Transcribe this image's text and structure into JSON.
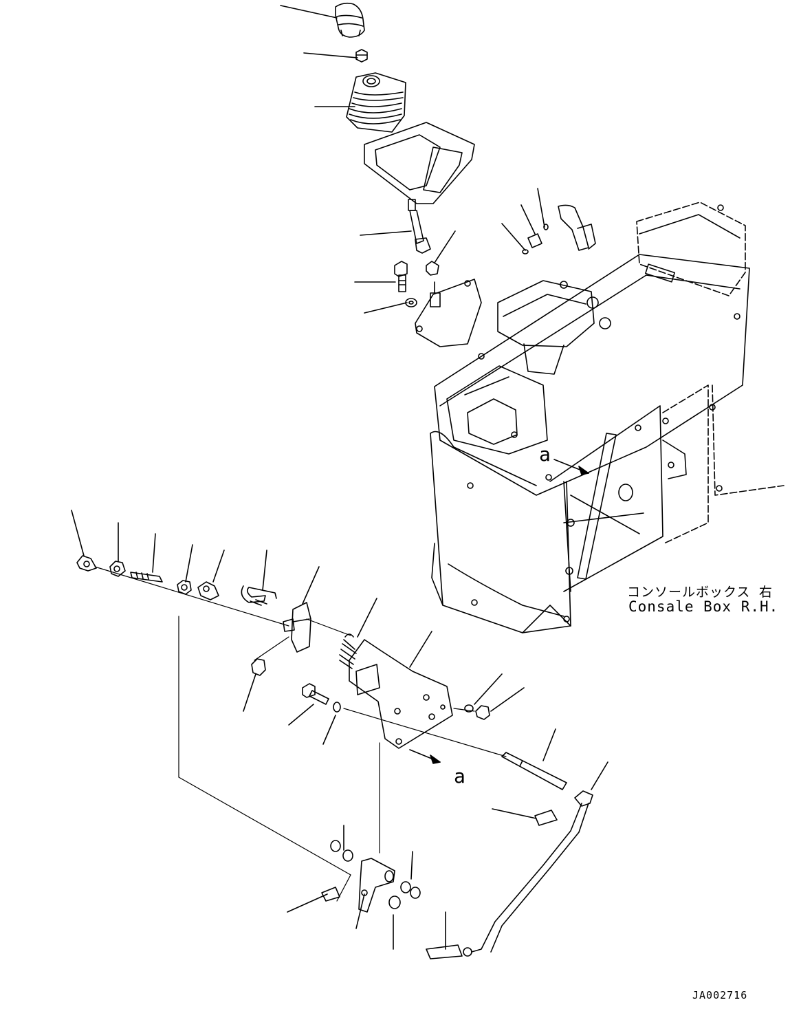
{
  "labels": {
    "console_jp": "コンソールボックス 右",
    "console_en": "Consale Box R.H.",
    "view_a_top": "a",
    "view_a_bottom": "a",
    "drawing_id": "JA002716"
  }
}
